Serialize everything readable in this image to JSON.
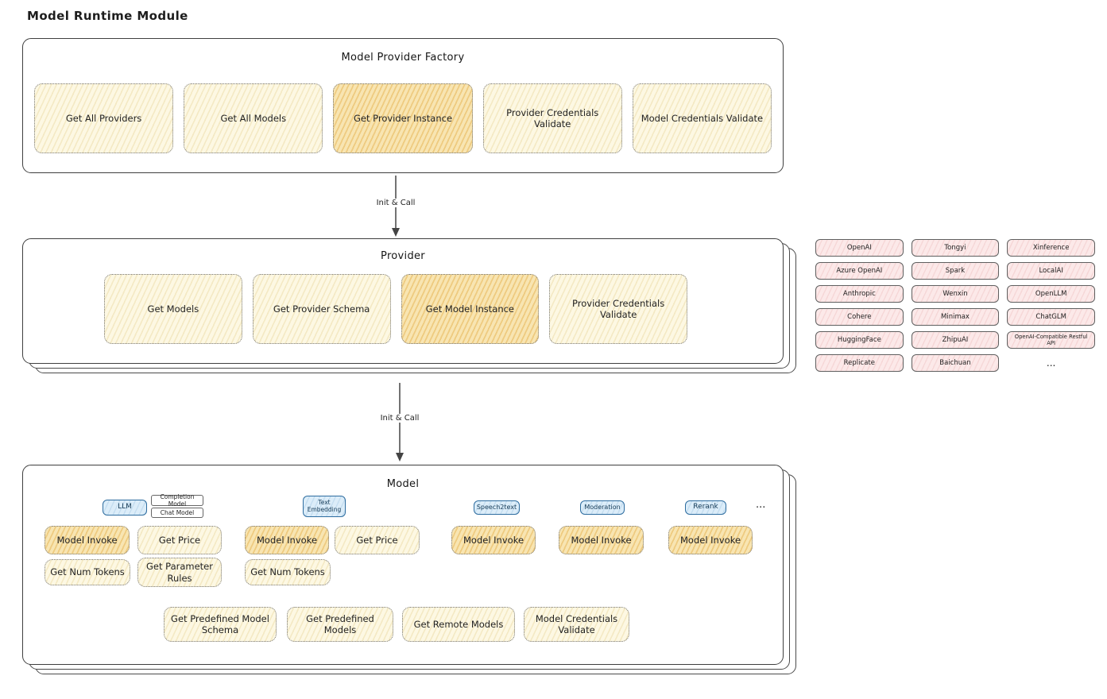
{
  "page": {
    "title": "Model Runtime Module"
  },
  "colors": {
    "highlight-orange": "#f8e5b2",
    "panel-yellow": "#fdf8e3",
    "provider-pink": "#fce9e9",
    "tag-blue": "#dcedf9"
  },
  "arrow1": {
    "label": "Init & Call"
  },
  "arrow2": {
    "label": "Init & Call"
  },
  "factory": {
    "title": "Model Provider Factory",
    "buttons": [
      {
        "label": "Get All Providers"
      },
      {
        "label": "Get All Models"
      },
      {
        "label": "Get Provider Instance"
      },
      {
        "label": "Provider Credentials Validate"
      },
      {
        "label": "Model Credentials Validate"
      }
    ]
  },
  "provider": {
    "title": "Provider",
    "buttons": [
      {
        "label": "Get Models"
      },
      {
        "label": "Get Provider Schema"
      },
      {
        "label": "Get Model Instance"
      },
      {
        "label": "Provider Credentials Validate"
      }
    ]
  },
  "providers": {
    "items": [
      "OpenAI",
      "Tongyi",
      "Xinference",
      "Azure OpenAI",
      "Spark",
      "LocalAI",
      "Anthropic",
      "Wenxin",
      "OpenLLM",
      "Cohere",
      "Minimax",
      "ChatGLM",
      "HuggingFace",
      "ZhipuAI",
      "OpenAI-Compatible Restful API",
      "Replicate",
      "Baichuan"
    ],
    "more": "..."
  },
  "model": {
    "title": "Model",
    "tags": {
      "llm": "LLM",
      "completion_model": "Completion Model",
      "chat_model": "Chat Model",
      "text_embedding": "Text Embedding",
      "speech2text": "Speech2text",
      "moderation": "Moderation",
      "rerank": "Rerank",
      "more": "..."
    },
    "llm": {
      "invoke": "Model Invoke",
      "get_price": "Get Price",
      "get_num_tokens": "Get Num Tokens",
      "get_parameter_rules": "Get Parameter Rules"
    },
    "text_embedding": {
      "invoke": "Model Invoke",
      "get_price": "Get Price",
      "get_num_tokens": "Get Num Tokens"
    },
    "speech2text": {
      "invoke": "Model Invoke"
    },
    "moderation": {
      "invoke": "Model Invoke"
    },
    "rerank": {
      "invoke": "Model Invoke"
    },
    "common": {
      "get_predefined_model_schema": "Get Predefined Model Schema",
      "get_predefined_models": "Get Predefined Models",
      "get_remote_models": "Get Remote Models",
      "model_credentials_validate": "Model Credentials Validate"
    }
  }
}
